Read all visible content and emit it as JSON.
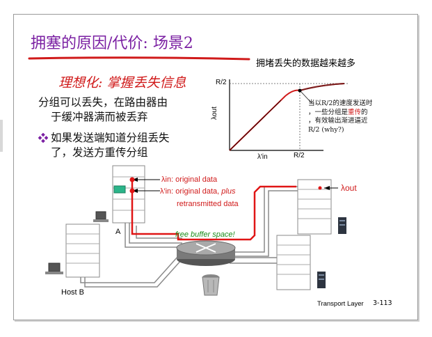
{
  "slide": {
    "title": "拥塞的原因/代价: 场景2",
    "subtitle_note": "拥堵丢失的数据越来越多",
    "ideal_heading": "理想化: 掌握丢失信息",
    "para1_line1": "分组可以丢失，在路由器由",
    "para1_line2": "于缓冲器满而被丢弃",
    "bullet_line1": "如果发送端知道分组丢失",
    "bullet_line2": "了，发送方重传分组"
  },
  "graph": {
    "y_tick": "R/2",
    "x_tick": "R/2",
    "y_axis_label": "λout",
    "x_axis_label": "λ′in",
    "note_line1": "当以R/2的速度发送时",
    "note_line2_pre": "，一些分组是",
    "note_line2_red": "重传",
    "note_line2_post": "的",
    "note_line3": "，有效输出渐进逼近",
    "note_line4": "R/2 (why?)"
  },
  "diagram": {
    "lambda_in_symbol": "λin",
    "lambda_in_text": ": original data",
    "lambda_prime_symbol": "λ′in",
    "lambda_prime_text": ": original data, ",
    "lambda_prime_plus": "plus",
    "lambda_prime_text2": "retransmitted data",
    "lambda_out_symbol": "λout",
    "buffer_label": "free buffer space!",
    "host_a": "A",
    "host_b": "Host B"
  },
  "footer": {
    "course": "Transport Layer",
    "page": "3-113"
  },
  "colors": {
    "title": "#7a1fa2",
    "accent_red": "#d01a1a",
    "green_buffer": "#2bb58a"
  }
}
